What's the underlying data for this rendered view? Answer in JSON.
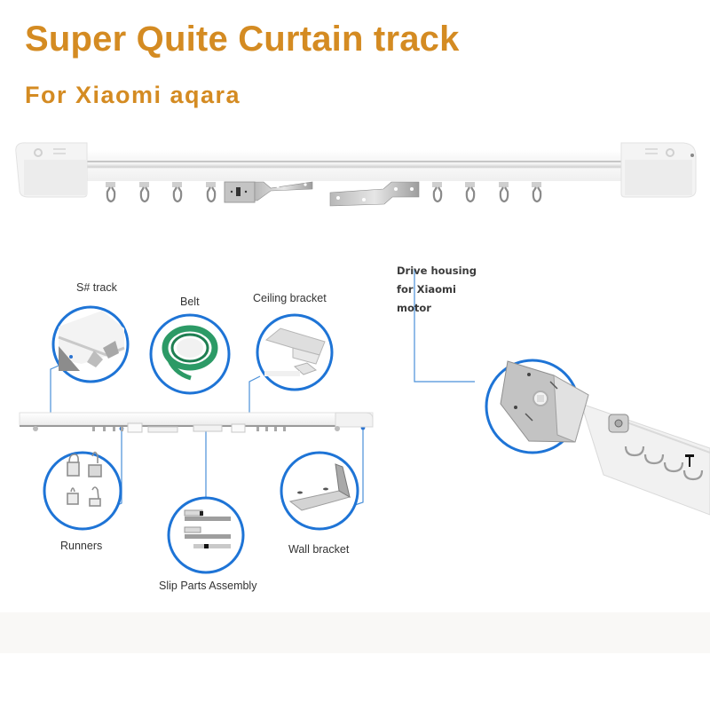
{
  "header": {
    "title": "Super Quite Curtain track",
    "subtitle": "For Xiaomi aqara",
    "accent_color": "#d48b22"
  },
  "hero_image": {
    "description": "White curtain track with end caps, runners and brackets",
    "runner_count_left": 4,
    "runner_count_right": 4,
    "brackets": [
      "ceiling-bracket",
      "wall-bracket"
    ]
  },
  "components": {
    "circle_color": "#1e74d6",
    "items": [
      {
        "label": "S# track",
        "icon": "track-profile-icon"
      },
      {
        "label": "Belt",
        "icon": "belt-coil-icon"
      },
      {
        "label": "Ceiling bracket",
        "icon": "ceiling-bracket-icon"
      },
      {
        "label": "Runners",
        "icon": "runner-hooks-icon"
      },
      {
        "label": "Slip Parts Assembly",
        "icon": "slip-parts-icon"
      },
      {
        "label": "Wall bracket",
        "icon": "wall-bracket-icon"
      }
    ]
  },
  "drive_housing": {
    "label_lines": [
      "Drive housing",
      "for Xiaomi",
      "motor"
    ],
    "icon": "drive-housing-icon"
  }
}
